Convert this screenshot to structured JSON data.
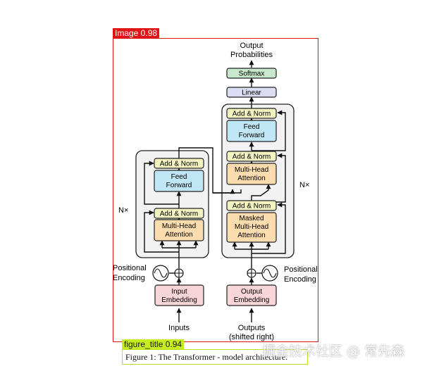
{
  "detections": {
    "image": {
      "label": "Image 0.98",
      "color": "#e11414"
    },
    "figure_title": {
      "label": "figure_title 0.94",
      "color": "#c6ee1e"
    }
  },
  "caption": "Figure 1: The Transformer - model architecture.",
  "watermark": "掘金技术社区 @ 常先森",
  "diagram": {
    "output_probabilities": [
      "Output",
      "Probabilities"
    ],
    "softmax": "Softmax",
    "linear": "Linear",
    "add_norm": "Add & Norm",
    "feed_forward": [
      "Feed",
      "Forward"
    ],
    "multi_head_attention": [
      "Multi-Head",
      "Attention"
    ],
    "masked_multi_head_attention": [
      "Masked",
      "Multi-Head",
      "Attention"
    ],
    "nx": "N×",
    "positional_encoding": [
      "Positional",
      "Encoding"
    ],
    "input_embedding": [
      "Input",
      "Embedding"
    ],
    "output_embedding": [
      "Output",
      "Embedding"
    ],
    "inputs": "Inputs",
    "outputs": [
      "Outputs",
      "(shifted right)"
    ]
  },
  "colors": {
    "add_norm": "#f2f3c1",
    "feed_forward": "#c0e6f5",
    "attention": "#fbdcae",
    "embedding": "#f8d5d9",
    "softmax": "#c7e8cc",
    "linear": "#dcdcf2",
    "stack_bg": "#f2f2f2"
  }
}
